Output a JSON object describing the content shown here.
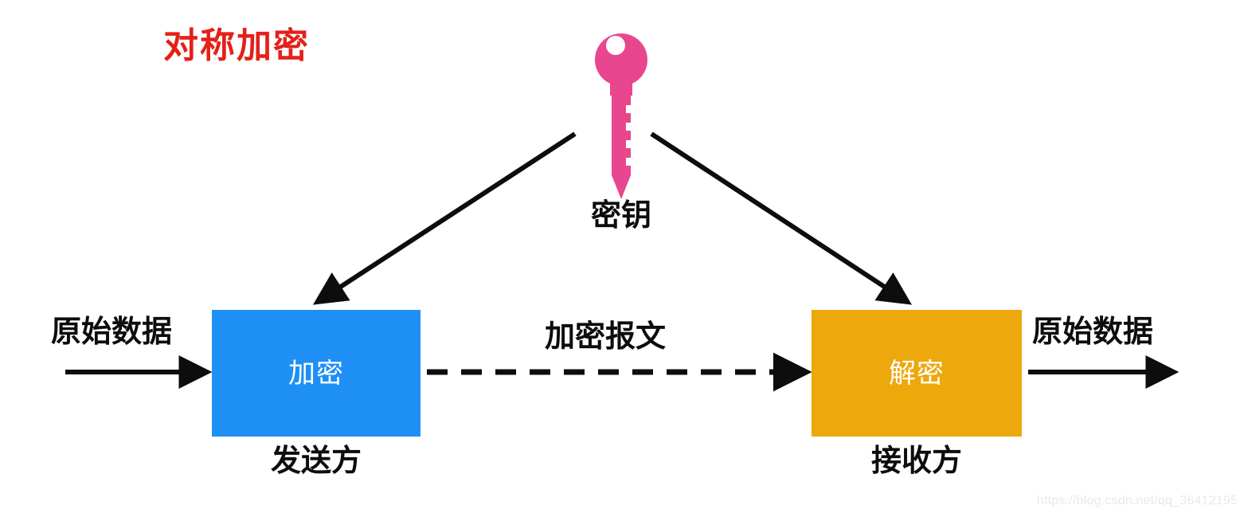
{
  "diagram": {
    "title": "对称加密",
    "title_color": "#e32119",
    "background": "#ffffff"
  },
  "key": {
    "label": "密钥",
    "icon": "key-icon",
    "color": "#e8468f"
  },
  "nodes": [
    {
      "id": "encrypt",
      "label": "加密",
      "role_label": "发送方",
      "fill": "#1e90f5",
      "text_color": "#ffffff"
    },
    {
      "id": "decrypt",
      "label": "解密",
      "role_label": "接收方",
      "fill": "#eda80c",
      "text_color": "#ffffff"
    }
  ],
  "edges": {
    "plaintext_in": "原始数据",
    "ciphertext": "加密报文",
    "plaintext_out": "原始数据",
    "key_to_encrypt": "",
    "key_to_decrypt": ""
  },
  "watermark": "https://blog.csdn.net/qq_36412195"
}
